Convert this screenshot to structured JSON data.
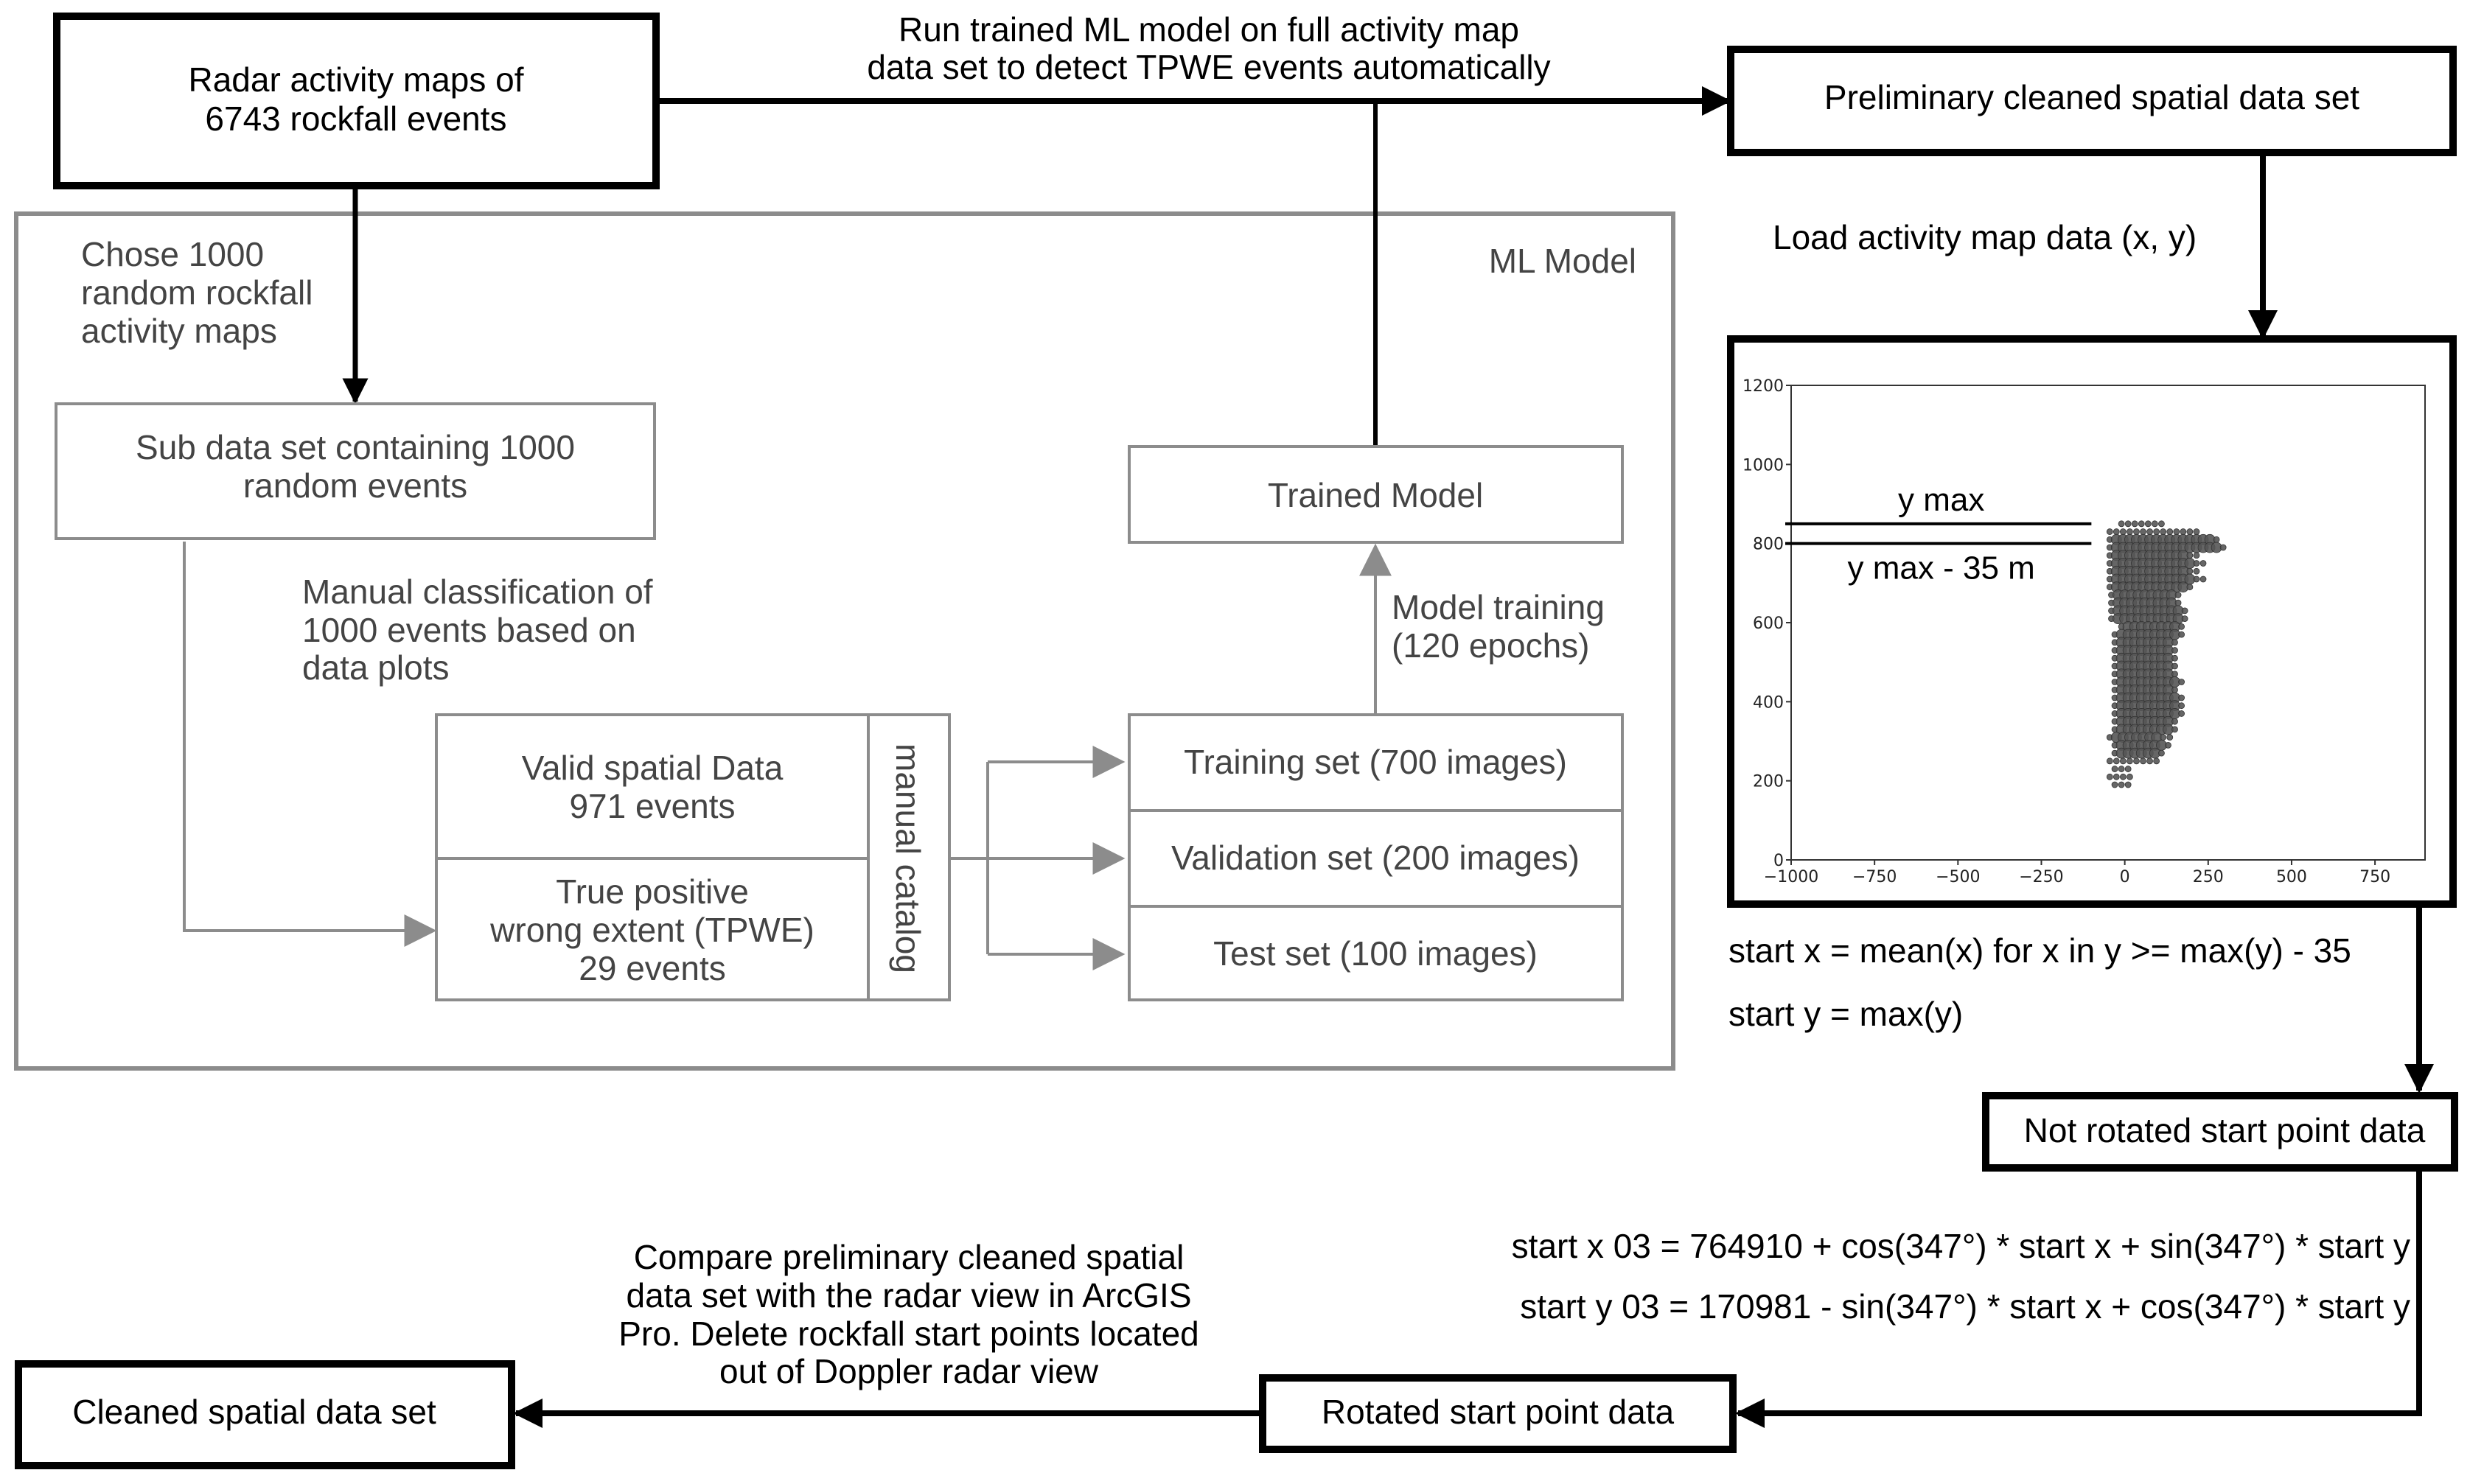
{
  "nodes": {
    "radar_maps": {
      "lines": [
        "Radar activity maps of",
        "6743 rockfall events"
      ]
    },
    "preliminary": {
      "lines": [
        "Preliminary cleaned spatial data set"
      ]
    },
    "sub_dataset": {
      "lines": [
        "Sub data set containing 1000",
        "random events"
      ]
    },
    "trained_model": {
      "lines": [
        "Trained Model"
      ]
    },
    "valid_data": {
      "lines": [
        "Valid spatial Data",
        "971 events"
      ]
    },
    "tpwe": {
      "lines": [
        "True positive",
        "wrong extent (TPWE)",
        "29 events"
      ]
    },
    "manual_catalog": {
      "label": "manual catalog"
    },
    "training_set": {
      "lines": [
        "Training set (700 images)"
      ]
    },
    "validation_set": {
      "lines": [
        "Validation set (200 images)"
      ]
    },
    "test_set": {
      "lines": [
        "Test set (100 images)"
      ]
    },
    "not_rotated": {
      "lines": [
        "Not rotated start point data"
      ]
    },
    "rotated": {
      "lines": [
        "Rotated start point data"
      ]
    },
    "cleaned": {
      "lines": [
        "Cleaned spatial data set"
      ]
    }
  },
  "group": {
    "ml_model_label": "ML Model"
  },
  "edge_labels": {
    "run_model": [
      "Run trained ML model on full activity map",
      "data set to detect TPWE events automatically"
    ],
    "chose_1000": [
      "Chose 1000",
      "random rockfall",
      "activity maps"
    ],
    "manual_classification": [
      "Manual classification of",
      "1000 events based on",
      "data plots"
    ],
    "model_training": [
      "Model training",
      "(120 epochs)"
    ],
    "load_data": [
      "Load activity map data (x, y)"
    ],
    "start_formulas": [
      "start x = mean(x) for x in y >= max(y) - 35",
      "start y = max(y)"
    ],
    "rotation_formulas": [
      "start x 03 = 764910 + cos(347°) * start x + sin(347°) * start y",
      "start y 03 = 170981 - sin(347°) * start x + cos(347°) * start y"
    ],
    "compare": [
      "Compare preliminary cleaned spatial",
      "data set with the radar view in ArcGIS",
      "Pro. Delete rockfall start points located",
      "out of Doppler radar view"
    ]
  },
  "inset_plot": {
    "type": "scatter",
    "xlim": [
      -1000,
      900
    ],
    "ylim": [
      0,
      1200
    ],
    "xticks": [
      -1000,
      -750,
      -500,
      -250,
      0,
      250,
      500,
      750
    ],
    "xtick_labels": [
      "−1000",
      "−750",
      "−500",
      "−250",
      "0",
      "250",
      "500",
      "750"
    ],
    "yticks": [
      0,
      200,
      400,
      600,
      800,
      1000,
      1200
    ],
    "ytick_labels": [
      "0",
      "200",
      "400",
      "600",
      "800",
      "1000",
      "1200"
    ],
    "ymax_line": {
      "value": 850,
      "label": "y max"
    },
    "ymax35_line": {
      "value": 800,
      "label": "y max - 35 m"
    },
    "point_cloud": {
      "x_spacing": 20,
      "y_spacing": 20,
      "rows": [
        {
          "y": 850,
          "x_min": -10,
          "x_max": 110
        },
        {
          "y": 830,
          "x_min": -45,
          "x_max": 215
        },
        {
          "y": 810,
          "x_min": -45,
          "x_max": 280
        },
        {
          "y": 790,
          "x_min": -45,
          "x_max": 300
        },
        {
          "y": 770,
          "x_min": -45,
          "x_max": 215
        },
        {
          "y": 750,
          "x_min": -45,
          "x_max": 235
        },
        {
          "y": 730,
          "x_min": -45,
          "x_max": 215
        },
        {
          "y": 710,
          "x_min": -45,
          "x_max": 235
        },
        {
          "y": 690,
          "x_min": -45,
          "x_max": 200
        },
        {
          "y": 670,
          "x_min": -40,
          "x_max": 175
        },
        {
          "y": 650,
          "x_min": -40,
          "x_max": 175
        },
        {
          "y": 630,
          "x_min": -40,
          "x_max": 195
        },
        {
          "y": 610,
          "x_min": -40,
          "x_max": 195
        },
        {
          "y": 590,
          "x_min": -10,
          "x_max": 175
        },
        {
          "y": 570,
          "x_min": -30,
          "x_max": 175
        },
        {
          "y": 550,
          "x_min": -30,
          "x_max": 155
        },
        {
          "y": 530,
          "x_min": -30,
          "x_max": 155
        },
        {
          "y": 510,
          "x_min": -30,
          "x_max": 155
        },
        {
          "y": 490,
          "x_min": -30,
          "x_max": 155
        },
        {
          "y": 470,
          "x_min": -30,
          "x_max": 155
        },
        {
          "y": 450,
          "x_min": -30,
          "x_max": 175
        },
        {
          "y": 430,
          "x_min": -30,
          "x_max": 155
        },
        {
          "y": 410,
          "x_min": -30,
          "x_max": 175
        },
        {
          "y": 390,
          "x_min": -30,
          "x_max": 175
        },
        {
          "y": 370,
          "x_min": -30,
          "x_max": 175
        },
        {
          "y": 350,
          "x_min": -30,
          "x_max": 155
        },
        {
          "y": 330,
          "x_min": -30,
          "x_max": 155
        },
        {
          "y": 310,
          "x_min": -45,
          "x_max": 135
        },
        {
          "y": 290,
          "x_min": -30,
          "x_max": 135
        },
        {
          "y": 270,
          "x_min": -30,
          "x_max": 115
        },
        {
          "y": 250,
          "x_min": -45,
          "x_max": 95
        },
        {
          "y": 230,
          "x_min": -30,
          "x_max": 15
        },
        {
          "y": 210,
          "x_min": -45,
          "x_max": 15
        },
        {
          "y": 190,
          "x_min": -30,
          "x_max": 15
        }
      ]
    }
  },
  "colors": {
    "primary_stroke": "#000000",
    "ml_stroke": "#8c8c8c",
    "ml_text": "#444444",
    "point_fill": "#555555"
  }
}
